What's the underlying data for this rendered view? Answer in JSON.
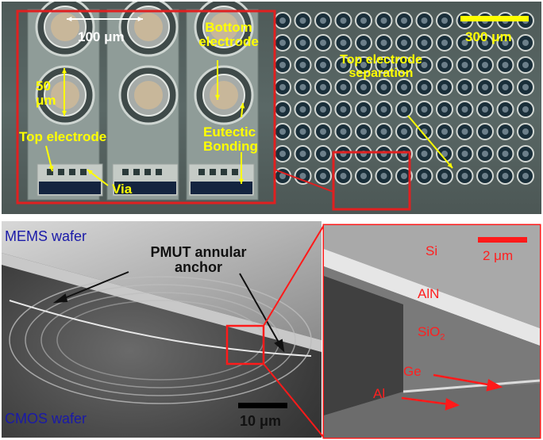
{
  "top_panel": {
    "labels": {
      "dim_100": "100 μm",
      "dim_50": "50 μm",
      "bottom_electrode": "Bottom electrode",
      "top_electrode": "Top electrode",
      "via": "Via",
      "eutectic_bonding": "Eutectic Bonding",
      "top_electrode_separation": "Top electrode separation",
      "scale_bar": "300 μm"
    },
    "colors": {
      "annotation": "#ffff00",
      "highlight": "#e02020"
    }
  },
  "bottom_left_panel": {
    "labels": {
      "mems_wafer": "MEMS wafer",
      "pmut_anchor": "PMUT annular anchor",
      "cmos_wafer": "CMOS wafer",
      "scale_bar": "10 μm"
    },
    "colors": {
      "wafer_label": "#1a1aa8"
    }
  },
  "bottom_right_panel": {
    "labels": {
      "si": "Si",
      "aln": "AlN",
      "sio2_base": "SiO",
      "sio2_sub": "2",
      "ge": "Ge",
      "al": "Al",
      "scale_bar": "2 μm"
    },
    "colors": {
      "material_label": "#ff2020"
    }
  }
}
